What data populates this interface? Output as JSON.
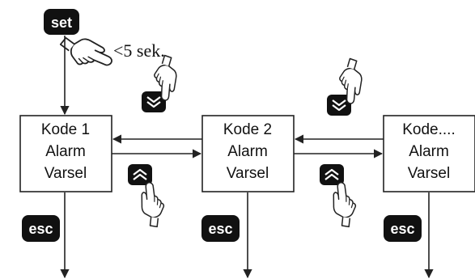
{
  "keys": {
    "set_label": "set",
    "esc_label": "esc"
  },
  "timing_note": "<5 sek.",
  "states": [
    {
      "line1": "Kode 1",
      "line2": "Alarm",
      "line3": "Varsel"
    },
    {
      "line1": "Kode 2",
      "line2": "Alarm",
      "line3": "Varsel"
    },
    {
      "line1": "Kode....",
      "line2": "Alarm",
      "line3": "Varsel"
    }
  ],
  "icons": {
    "key": "black-rounded-key",
    "hand": "pressing-hand-icon",
    "up": "double-chevron-up-icon",
    "down": "double-chevron-down-icon"
  },
  "colors": {
    "key_fill": "#111111",
    "key_text": "#ffffff",
    "line": "#222222",
    "background": "#ffffff"
  }
}
